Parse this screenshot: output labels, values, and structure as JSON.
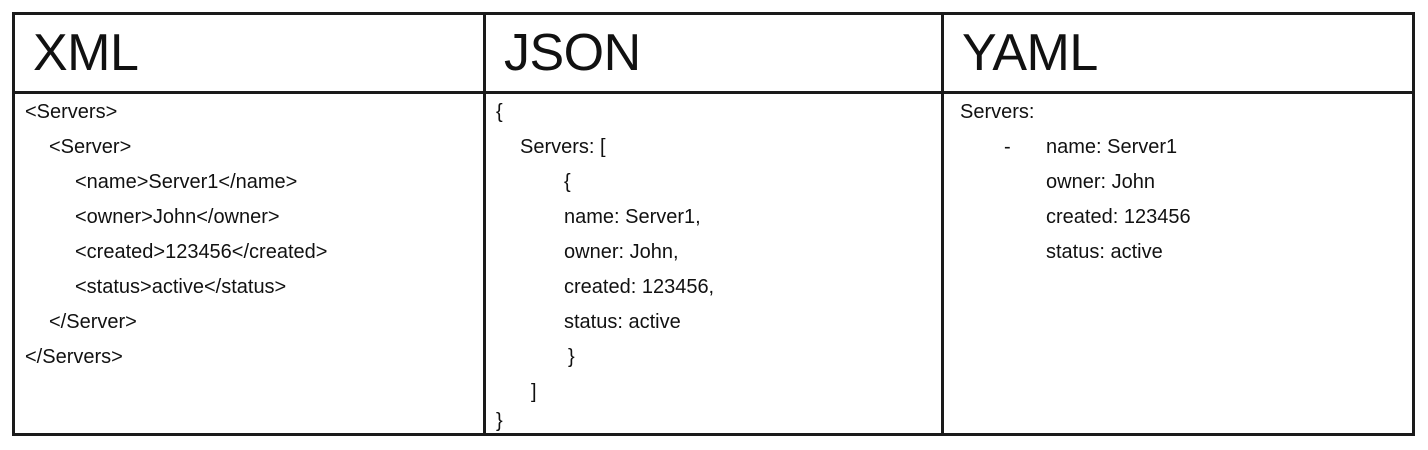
{
  "headers": {
    "xml": "XML",
    "json": "JSON",
    "yaml": "YAML"
  },
  "xml_lines": [
    "<Servers>",
    "<Server>",
    "<name>Server1</name>",
    "<owner>John</owner>",
    "<created>123456</created>",
    "<status>active</status>",
    "</Server>",
    "</Servers>"
  ],
  "json_lines": [
    "{",
    "Servers: [",
    "{",
    "name: Server1,",
    "owner: John,",
    "created: 123456,",
    "status: active",
    "}",
    "]",
    "}"
  ],
  "yaml_lines": [
    "Servers:",
    "-",
    "name: Server1",
    "owner: John",
    "created: 123456",
    "status: active"
  ]
}
